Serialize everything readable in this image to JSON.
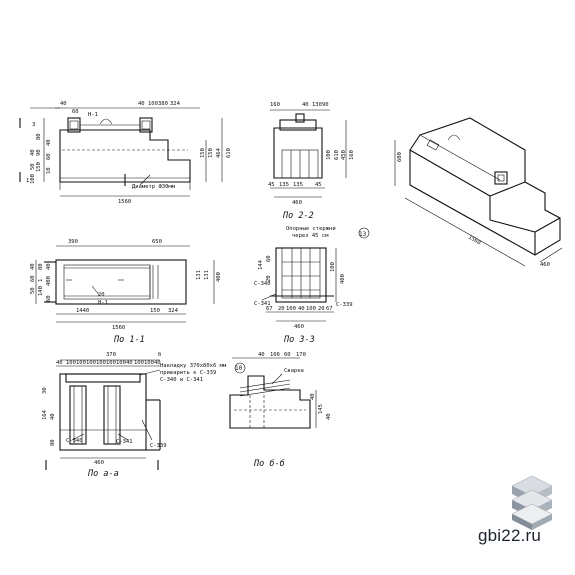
{
  "brand": {
    "site": "gbi22.ru"
  },
  "views": {
    "elevation": {
      "top_dims": [
        "40",
        "Н-1",
        "60",
        "40",
        "100",
        "380",
        "324"
      ],
      "left_dims": [
        "3",
        "1",
        "80",
        "90",
        "150",
        "40",
        "50",
        "100",
        "40",
        "60",
        "10"
      ],
      "right_dims": [
        "150",
        "150",
        "464",
        "610"
      ],
      "bottom_dim": "1560",
      "note": "Диаметр Ф30мм"
    },
    "section_2": {
      "top_dims": [
        "160",
        "40",
        "130",
        "90"
      ],
      "right_dims": [
        "100",
        "610",
        "450",
        "160"
      ],
      "bottom_dims": [
        "45",
        "135",
        "135",
        "45",
        "460"
      ],
      "caption": "По 2-2"
    },
    "plan": {
      "top_dims": [
        "390",
        "650"
      ],
      "left_dims": [
        "40",
        "60",
        "50",
        "80",
        "1",
        "140",
        "40",
        "400",
        "60"
      ],
      "right_dims": [
        "131",
        "131",
        "400"
      ],
      "inner": [
        "Н-1",
        "20",
        "1440",
        "150",
        "324"
      ],
      "bottom_dim": "1560",
      "caption": "По 1-1"
    },
    "section_3": {
      "note": [
        "Опорные стержни",
        "через 45 см"
      ],
      "note_tag": "13",
      "left_dims": [
        "144",
        "60",
        "20"
      ],
      "right_dims": [
        "100",
        "400"
      ],
      "labels": [
        "С-340",
        "С-341",
        "С-339"
      ],
      "bottom_dims": [
        "67",
        "20",
        "100",
        "40",
        "100",
        "20",
        "67",
        "460"
      ],
      "caption": "По 3-3"
    },
    "section_a": {
      "top_dim": "370",
      "mark": "б",
      "row_dims": [
        "40",
        "100",
        "100",
        "100",
        "100",
        "100",
        "100",
        "40",
        "100",
        "100",
        "40"
      ],
      "weld_note": [
        "Накладку 370х80х6 мм",
        "приварить к С-339"
      ],
      "parts_note": "С-340 и С-341",
      "left_dims": [
        "30",
        "164",
        "40",
        "80"
      ],
      "labels": [
        "С-340",
        "С-341",
        "С-339"
      ],
      "bottom_dim": "460",
      "caption": "По а-а"
    },
    "section_b": {
      "top_dims": [
        "40",
        "106",
        "60",
        "170"
      ],
      "tag": "10",
      "label": "Сварка",
      "right_dims": [
        "40",
        "145",
        "40"
      ],
      "caption": "По б-б"
    },
    "iso": {
      "height_dim": "600",
      "length_dim": "1560",
      "width_dim": "460"
    }
  }
}
